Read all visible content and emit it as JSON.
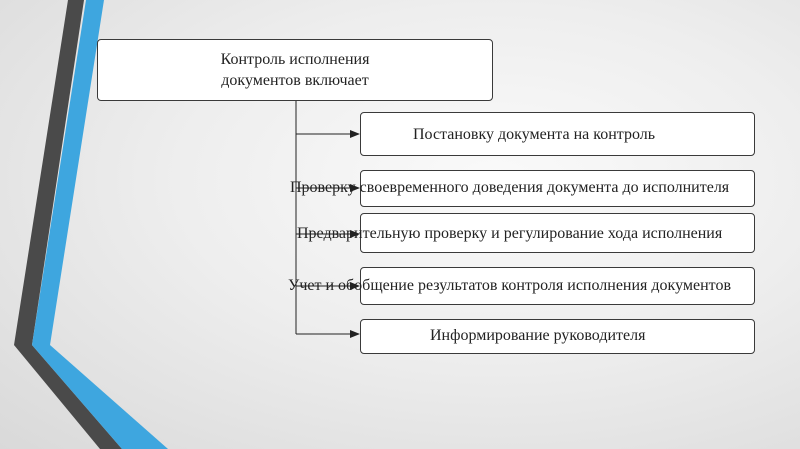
{
  "title": "Контроль исполнения документов включает",
  "items": [
    "Постановку документа на контроль",
    "Проверку своевременного доведения документа до исполнителя",
    "Предварительную проверку и регулирование хода исполнения",
    "Учет и обобщение результатов контроля исполнения документов",
    "Информирование руководителя"
  ],
  "colors": {
    "accent_blue": "#3ea6df",
    "accent_gray": "#4a4a4a",
    "box_border": "#3a3a3a"
  }
}
